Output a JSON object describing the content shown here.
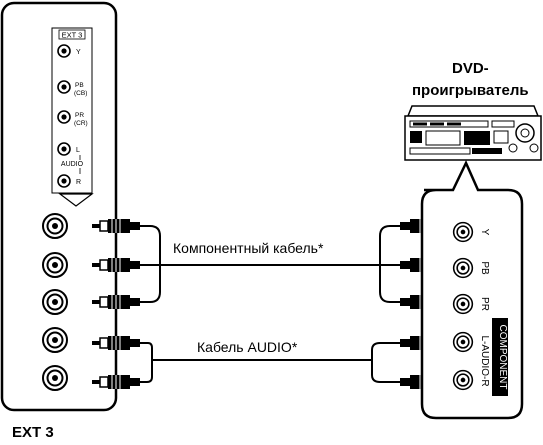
{
  "tv_panel": {
    "title": "EXT 3",
    "inset_title": "EXT 3",
    "jack_labels": [
      "Y",
      "PB",
      "(CB)",
      "PR",
      "(CR)",
      "L",
      "AUDIO",
      "R"
    ]
  },
  "dvd": {
    "title_line1": "DVD-",
    "title_line2": "проигрыватель"
  },
  "cables": {
    "component": "Компонентный кабель*",
    "audio": "Кабель AUDIO*"
  },
  "dvd_panel": {
    "jack_labels": [
      "Y",
      "PB",
      "PR",
      "L-AUDIO-R"
    ],
    "side_label": "COMPONENT"
  }
}
